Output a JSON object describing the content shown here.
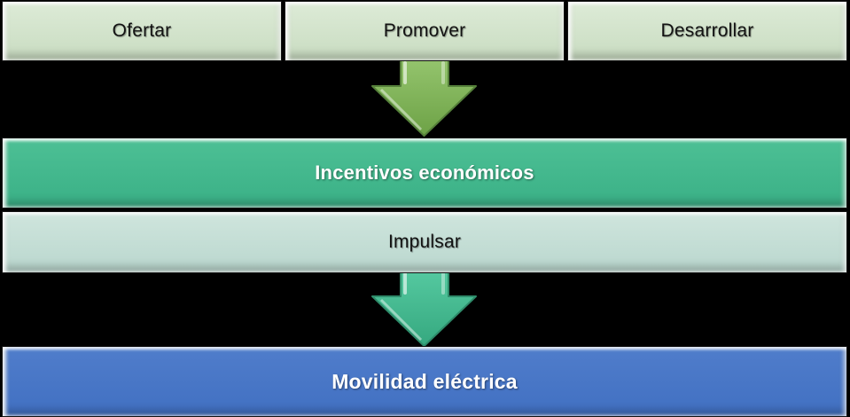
{
  "canvas": {
    "background": "#000000"
  },
  "top_row": {
    "items": [
      {
        "label": "Ofertar"
      },
      {
        "label": "Promover"
      },
      {
        "label": "Desarrollar"
      }
    ],
    "fill": "#cfe0c8",
    "text_color": "#121212"
  },
  "arrows": [
    {
      "name": "down-arrow-green",
      "fill_top": "#94c46d",
      "fill_bottom": "#6da246",
      "stroke": "#55803a"
    },
    {
      "name": "down-arrow-teal",
      "fill_top": "#55c9a0",
      "fill_bottom": "#35a87f",
      "stroke": "#2e8b6a"
    }
  ],
  "bands": {
    "incentivos": {
      "label": "Incentivos económicos",
      "fill": "#41b78a",
      "text_color": "#ffffff"
    },
    "impulsar": {
      "label": "Impulsar",
      "fill": "#c4ded5",
      "text_color": "#121212"
    },
    "movilidad": {
      "label": "Movilidad eléctrica",
      "fill": "#4472c4",
      "text_color": "#ffffff"
    }
  }
}
